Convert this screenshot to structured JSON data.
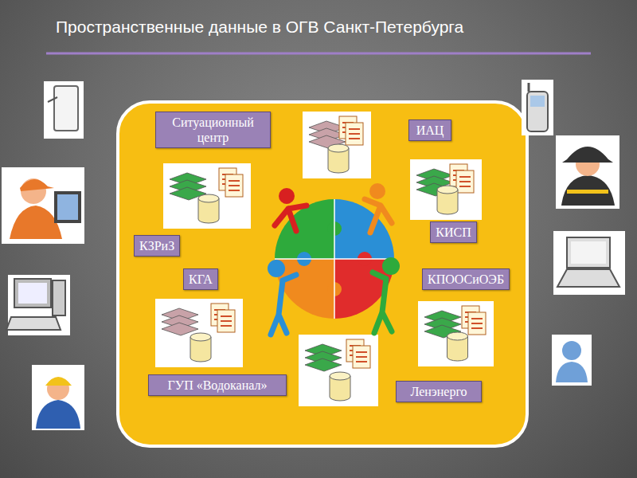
{
  "diagram": {
    "title": "Пространственные данные в ОГВ Санкт-Петербурга",
    "nodes": [
      {
        "text": [
          "Ситуационный центр"
        ]
      },
      {
        "text": [
          "ИАЦ"
        ]
      },
      {
        "text": [
          "КИСП"
        ]
      },
      {
        "text": [
          "КЗРиЗ"
        ]
      },
      {
        "text": [
          "КГА"
        ]
      },
      {
        "text": [
          "КПООСиОЭБ"
        ]
      },
      {
        "text": [
          "ГУП «Водоканал»"
        ]
      },
      {
        "text": [
          "Ленэнерго"
        ]
      }
    ]
  }
}
